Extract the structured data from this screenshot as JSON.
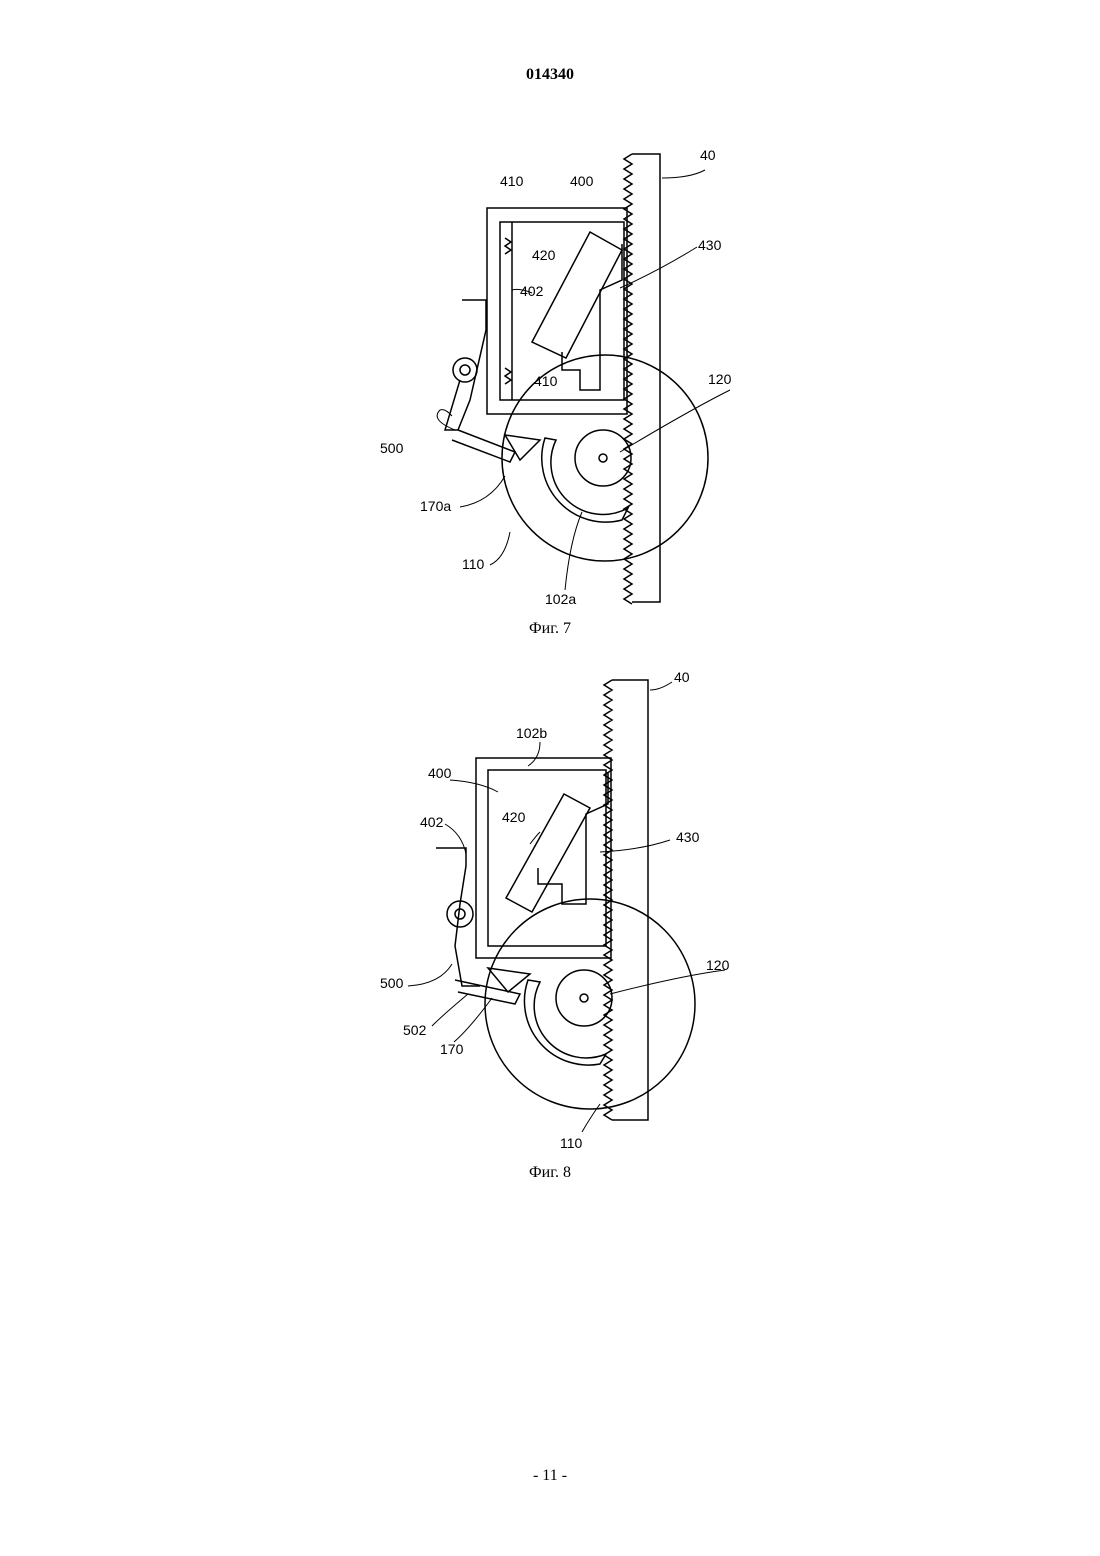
{
  "header": {
    "doc_number": "014340"
  },
  "figures": [
    {
      "caption": "Фиг. 7",
      "labels": {
        "rack": "40",
        "frame": "400",
        "spring_top": "410",
        "spring_bottom": "410",
        "block": "420",
        "pawl": "430",
        "slot": "402",
        "gear": "120",
        "lever": "500",
        "latch": "170a",
        "disk": "110",
        "guide": "102a"
      }
    },
    {
      "caption": "Фиг. 8",
      "labels": {
        "rack": "40",
        "frame_plate": "102b",
        "frame": "400",
        "slot": "402",
        "block": "420",
        "pawl": "430",
        "gear": "120",
        "lever": "500",
        "link": "502",
        "latch": "170",
        "disk": "110"
      }
    }
  ],
  "footer": {
    "page_number": "- 11 -"
  }
}
